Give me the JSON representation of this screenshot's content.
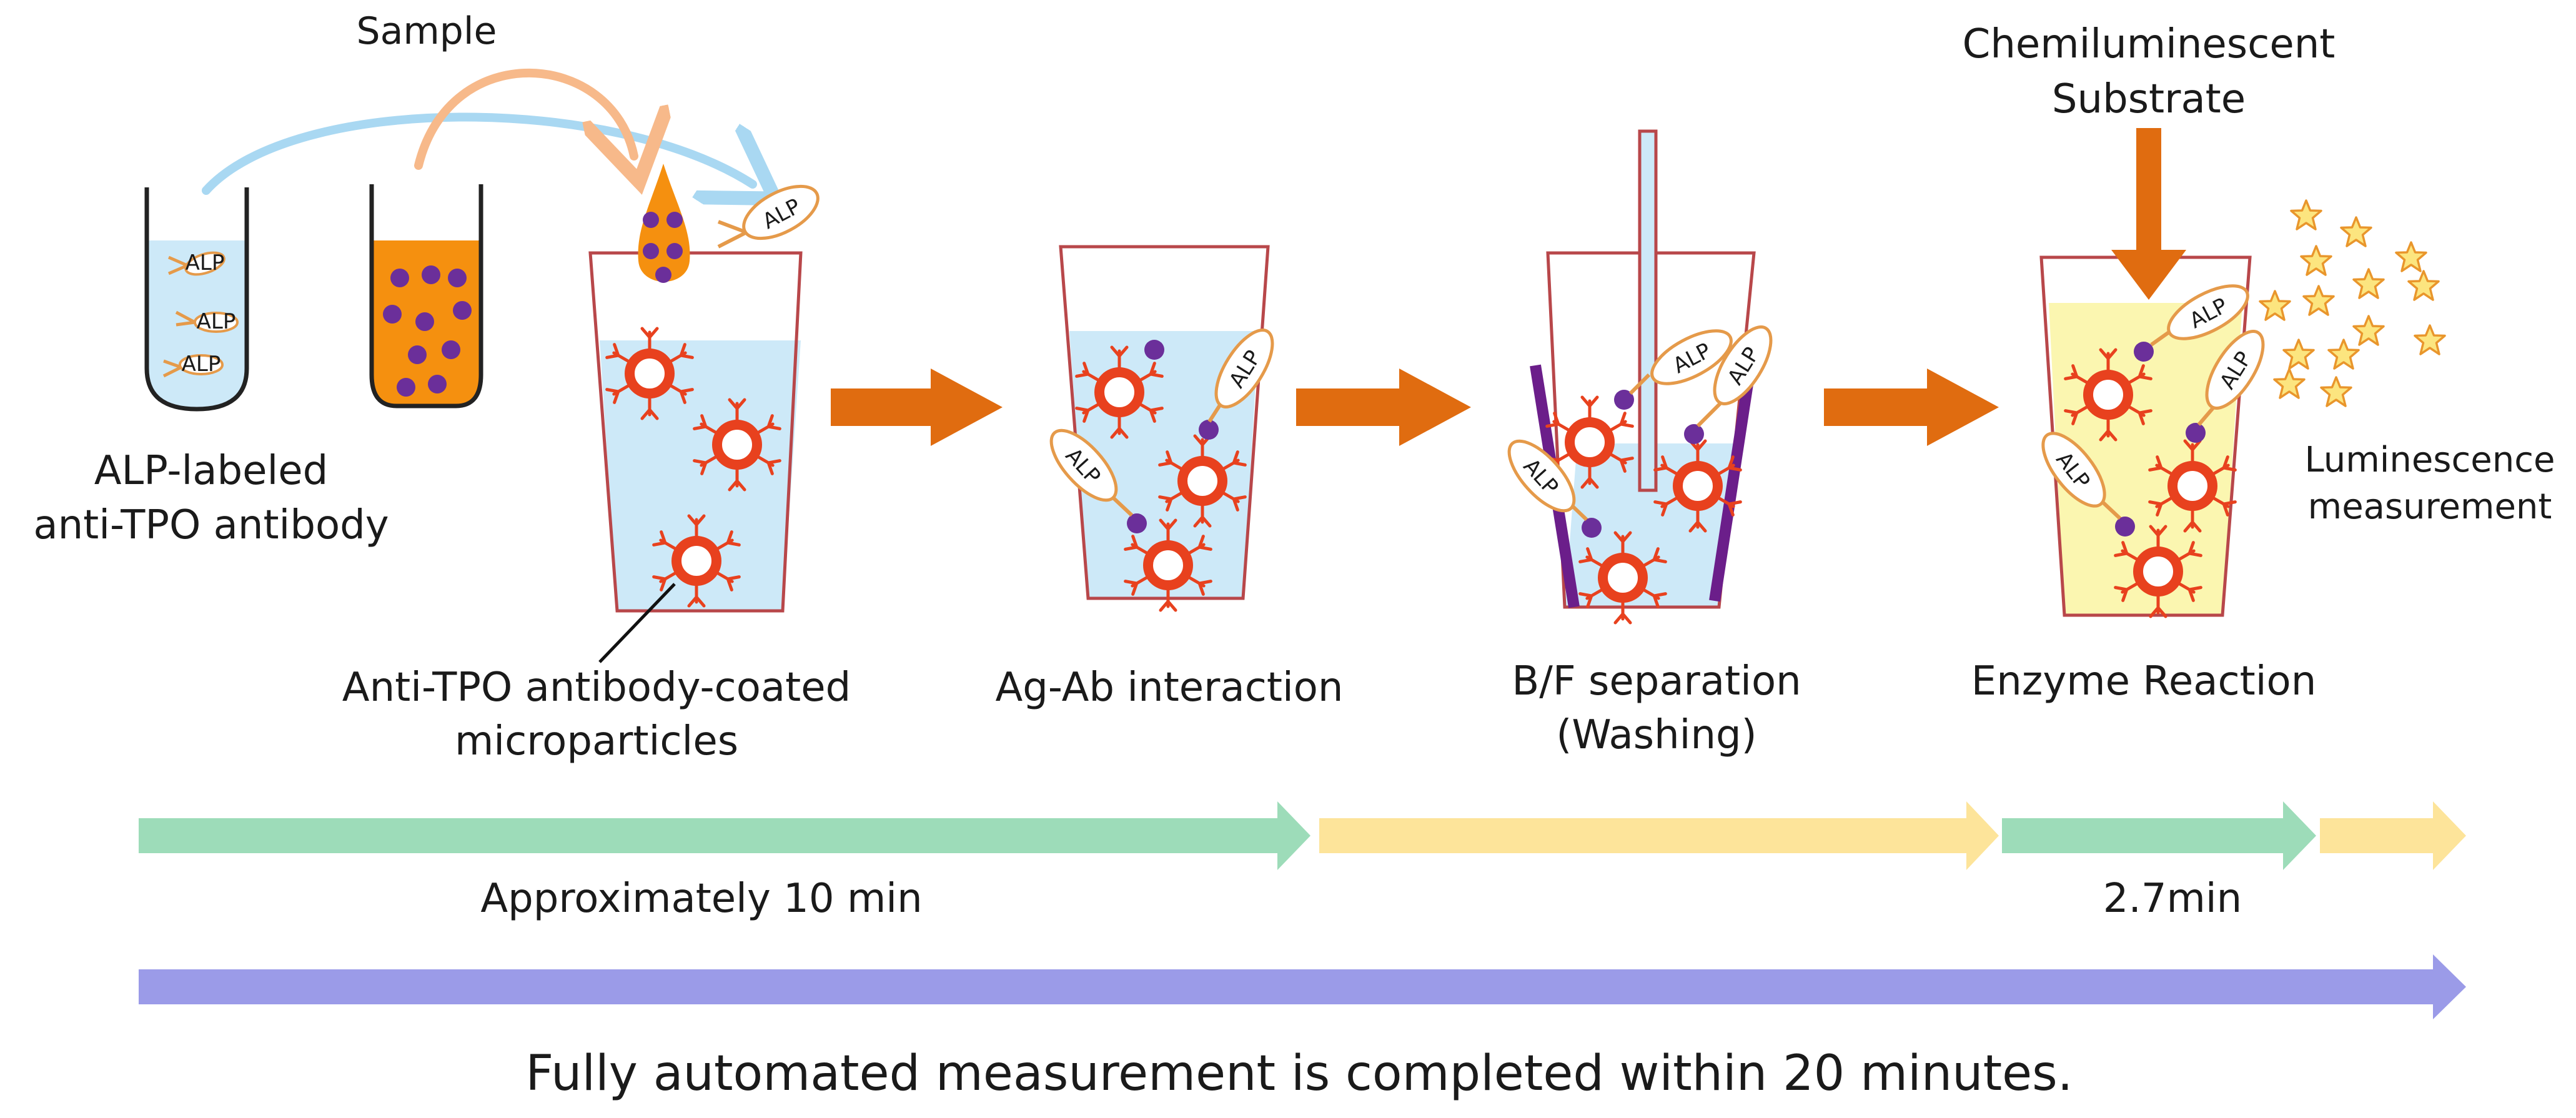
{
  "labels": {
    "sample": "Sample",
    "chemiluminescent_line1": "Chemiluminescent",
    "chemiluminescent_line2": "Substrate",
    "alp_labeled_line1": "ALP-labeled",
    "alp_labeled_line2": "anti-TPO antibody",
    "microparticles_line1": "Anti-TPO antibody-coated",
    "microparticles_line2": "microparticles",
    "ag_ab": "Ag-Ab interaction",
    "bf_line1": "B/F separation",
    "bf_line2": "(Washing)",
    "enzyme": "Enzyme Reaction",
    "luminescence_line1": "Luminescence",
    "luminescence_line2": "measurement",
    "alp": "ALP"
  },
  "timeline": {
    "approx_10": "Approximately 10 min",
    "min_2_7": "2.7min",
    "summary": "Fully automated measurement is completed within 20 minutes."
  },
  "colors": {
    "liquid_blue": "#cde9f8",
    "sample_orange": "#f5900f",
    "particle_purple": "#6b2f9a",
    "microparticle_red": "#e8411e",
    "process_arrow": "#e06c10",
    "timeline_green": "#9ddcb9",
    "timeline_yellow": "#fde49a",
    "timeline_purple": "#9b9be8",
    "substrate_yellow": "#fbf6b0",
    "star_fill": "#fce57f",
    "star_stroke": "#e9962c",
    "cup_outline": "#b8474a"
  }
}
